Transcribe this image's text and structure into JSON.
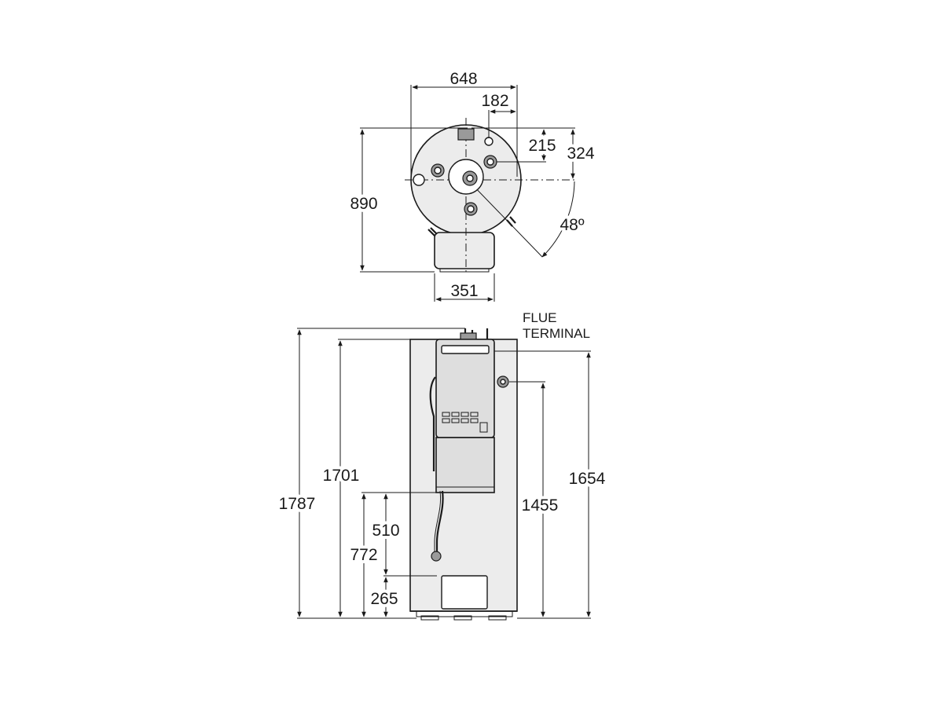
{
  "top_view": {
    "dim_width": "648",
    "dim_offset": "182",
    "dim_depth": "890",
    "dim_small": "215",
    "dim_mid": "324",
    "dim_angle": "48º",
    "dim_base": "351"
  },
  "front_view": {
    "label_flue_line1": "FLUE",
    "label_flue_line2": "TERMINAL",
    "dim_overall": "1787",
    "dim_top_body": "1701",
    "dim_772": "772",
    "dim_510": "510",
    "dim_265": "265",
    "dim_1455": "1455",
    "dim_1654": "1654"
  }
}
